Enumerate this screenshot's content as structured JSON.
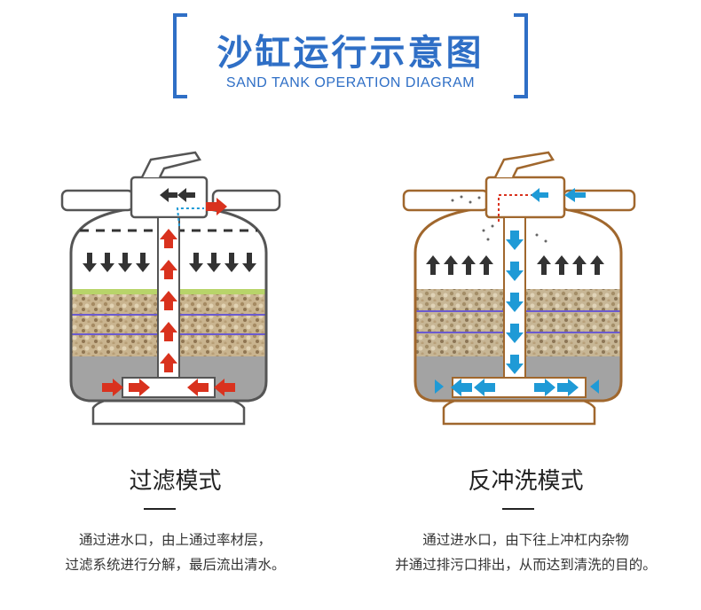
{
  "header": {
    "title_cn": "沙缸运行示意图",
    "title_en": "SAND TANK OPERATION DIAGRAM"
  },
  "colors": {
    "accent": "#2f6fc6",
    "filter_arrow": "#d9321e",
    "backwash_arrow": "#1f9ad6",
    "tank_outline_left": "#555555",
    "tank_outline_right": "#a0672d"
  },
  "panels": [
    {
      "id": "filter",
      "mode_title": "过滤模式",
      "desc_line1": "通过进水口，由上通过率材层，",
      "desc_line2": "过滤系统进行分解，最后流出清水。"
    },
    {
      "id": "backwash",
      "mode_title": "反冲洗模式",
      "desc_line1": "通过进水口，由下往上冲杠内杂物",
      "desc_line2": "并通过排污口排出，从而达到清洗的目的。"
    }
  ]
}
